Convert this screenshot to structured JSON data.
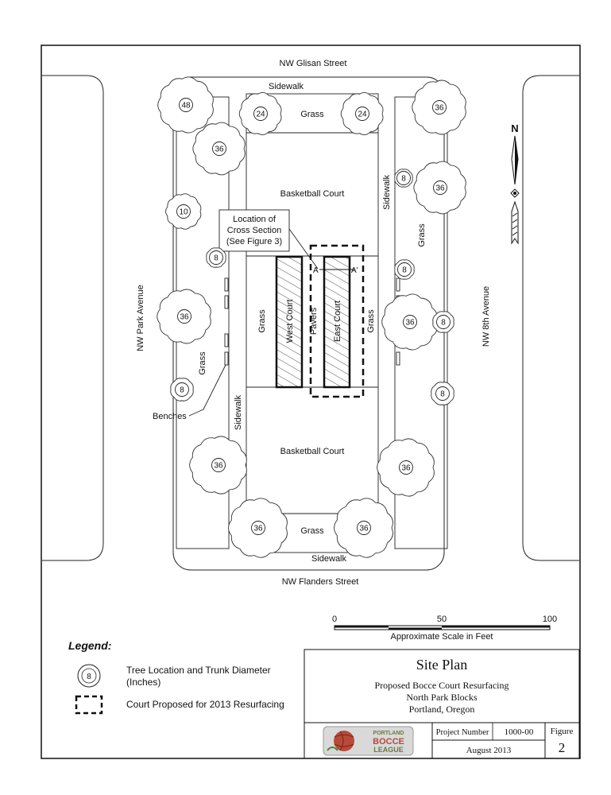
{
  "streets": {
    "north": "NW Glisan Street",
    "south": "NW Flanders Street",
    "west": "NW Park Avenue",
    "east": "NW 8th Avenue"
  },
  "areas": {
    "sidewalk": "Sidewalk",
    "grass": "Grass",
    "basketball_court": "Basketball Court",
    "west_court": "West Court",
    "east_court": "East Court",
    "pavers": "Pavers"
  },
  "callouts": {
    "cross_section_line1": "Location of",
    "cross_section_line2": "Cross Section",
    "cross_section_line3": "(See Figure 3)",
    "benches": "Benches",
    "section_a": "A",
    "section_a_prime": "A'"
  },
  "north_arrow": {
    "label": "N",
    "icon": "north-arrow-icon"
  },
  "trees": [
    {
      "diameter": "48"
    },
    {
      "diameter": "24"
    },
    {
      "diameter": "24"
    },
    {
      "diameter": "36"
    },
    {
      "diameter": "36"
    },
    {
      "diameter": "8"
    },
    {
      "diameter": "36"
    },
    {
      "diameter": "10"
    },
    {
      "diameter": "8"
    },
    {
      "diameter": "8"
    },
    {
      "diameter": "36"
    },
    {
      "diameter": "36"
    },
    {
      "diameter": "8"
    },
    {
      "diameter": "8"
    },
    {
      "diameter": "8"
    },
    {
      "diameter": "36"
    },
    {
      "diameter": "36"
    },
    {
      "diameter": "36"
    },
    {
      "diameter": "36"
    }
  ],
  "scale": {
    "tick_0": "0",
    "tick_50": "50",
    "tick_100": "100",
    "caption": "Approximate Scale in Feet"
  },
  "legend": {
    "title": "Legend:",
    "tree_symbol": "8",
    "tree_line1": "Tree Location and Trunk Diameter",
    "tree_line2": "(Inches)",
    "court_label": "Court Proposed for 2013 Resurfacing"
  },
  "title_block": {
    "title": "Site Plan",
    "subtitle1": "Proposed Bocce Court Resurfacing",
    "subtitle2": "North Park Blocks",
    "subtitle3": "Portland, Oregon",
    "logo_line1": "PORTLAND",
    "logo_line2": "BOCCE",
    "logo_line3": "LEAGUE",
    "project_number_label": "Project Number",
    "project_number": "1000-00",
    "date": "August 2013",
    "figure_label": "Figure",
    "figure_number": "2"
  }
}
